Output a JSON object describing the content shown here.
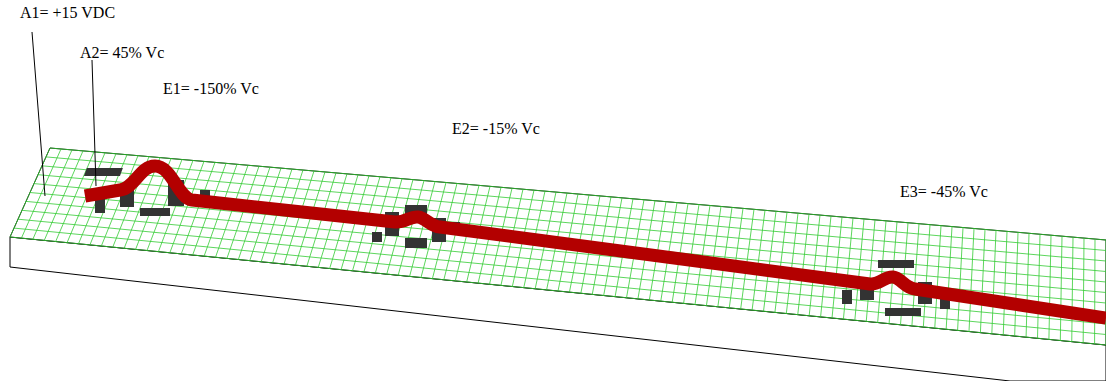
{
  "diagram": {
    "labels": [
      "A1= +15 VDC",
      "A2= 45% Vc",
      "E1= -150% Vc",
      "E2= -15% Vc",
      "E3= -45% Vc"
    ]
  }
}
